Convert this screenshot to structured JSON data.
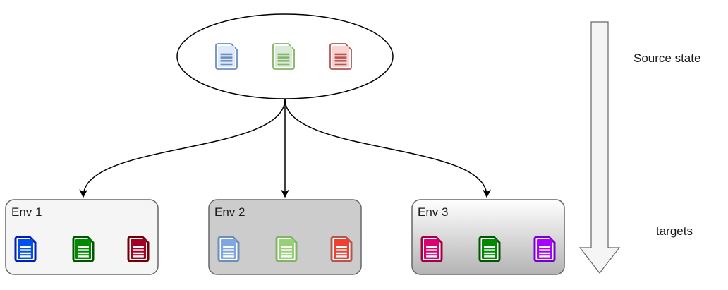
{
  "labels": {
    "source_state": "Source state",
    "targets": "targets"
  },
  "source": {
    "docs": [
      {
        "icon": "document-icon",
        "stroke": "#6c8ebf",
        "fill": "#dae8fc"
      },
      {
        "icon": "document-icon",
        "stroke": "#82b366",
        "fill": "#d5e8d4"
      },
      {
        "icon": "document-icon",
        "stroke": "#b85450",
        "fill": "#f8cecc"
      }
    ]
  },
  "envs": [
    {
      "label": "Env 1",
      "background": "#f5f5f5",
      "docs": [
        {
          "icon": "document-icon",
          "stroke": "#001dbc",
          "fill": "#0050ef"
        },
        {
          "icon": "document-icon",
          "stroke": "#005700",
          "fill": "#008a00"
        },
        {
          "icon": "document-icon",
          "stroke": "#6f0000",
          "fill": "#a20025"
        }
      ]
    },
    {
      "label": "Env 2",
      "background": "#cccccc",
      "docs": [
        {
          "icon": "document-icon",
          "stroke": "#6c8ebf",
          "fill": "#7ea6e0"
        },
        {
          "icon": "document-icon",
          "stroke": "#82b366",
          "fill": "#97d077"
        },
        {
          "icon": "document-icon",
          "stroke": "#b85450",
          "fill": "#f04030"
        }
      ]
    },
    {
      "label": "Env 3",
      "background": "gradient",
      "docs": [
        {
          "icon": "document-icon",
          "stroke": "#a50040",
          "fill": "#d80073"
        },
        {
          "icon": "document-icon",
          "stroke": "#005700",
          "fill": "#008a00"
        },
        {
          "icon": "document-icon",
          "stroke": "#7700cc",
          "fill": "#aa00ff"
        }
      ]
    }
  ],
  "colors": {
    "edge": "#000000",
    "box_border": "#666666",
    "arrow_fill": "#f5f5f5",
    "arrow_stroke": "#666666"
  }
}
